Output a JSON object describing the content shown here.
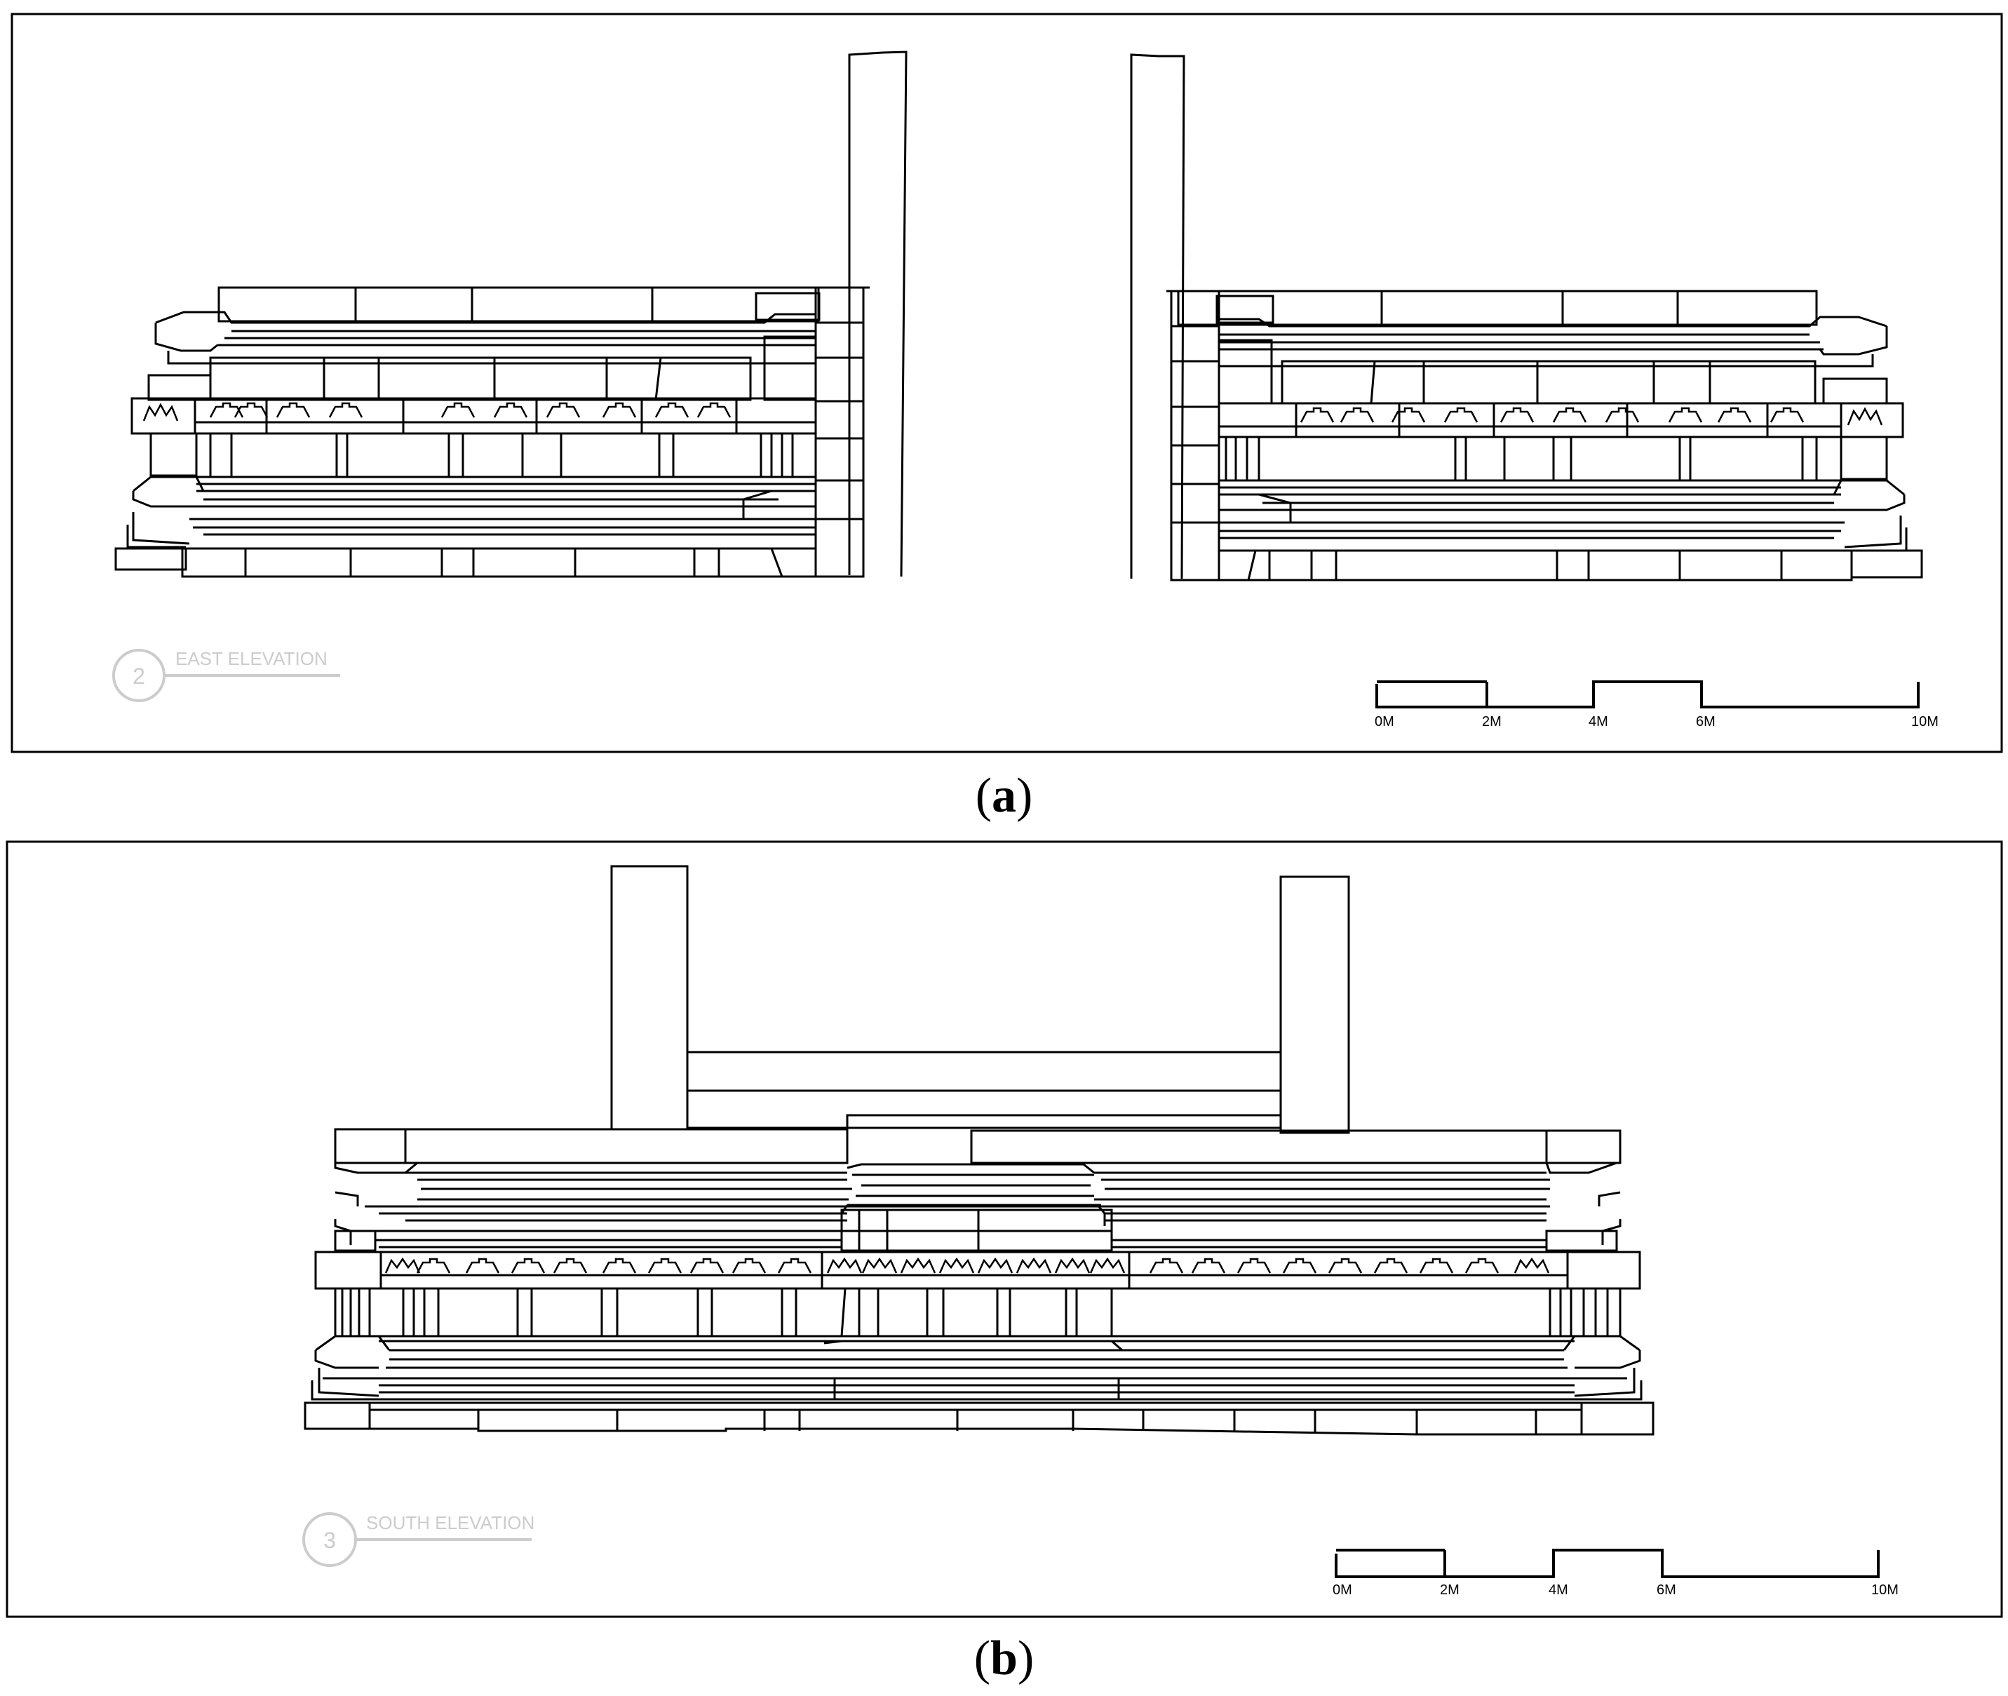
{
  "figure": {
    "panel_a": {
      "caption_letter": "a",
      "drawing_number": "2",
      "drawing_title": "EAST ELEVATION",
      "scale_bar": {
        "labels": [
          "0M",
          "2M",
          "4M",
          "6M",
          "10M"
        ],
        "values_m": [
          0,
          2,
          4,
          6,
          10
        ]
      }
    },
    "panel_b": {
      "caption_letter": "b",
      "drawing_number": "3",
      "drawing_title": "SOUTH ELEVATION",
      "scale_bar": {
        "labels": [
          "0M",
          "2M",
          "4M",
          "6M",
          "10M"
        ],
        "values_m": [
          0,
          2,
          4,
          6,
          10
        ]
      }
    }
  },
  "colors": {
    "line": "#000000",
    "title_faint": "#cccccc",
    "background": "#ffffff"
  }
}
